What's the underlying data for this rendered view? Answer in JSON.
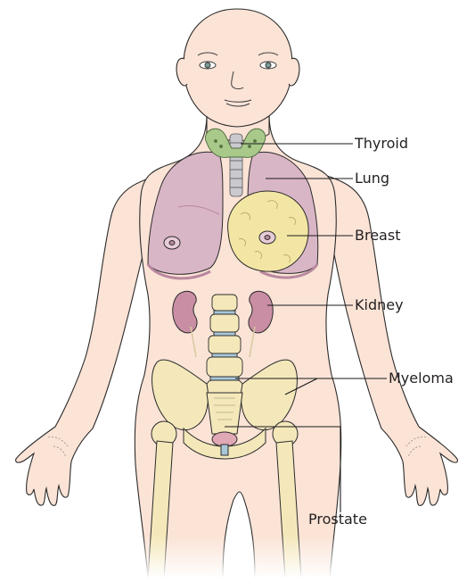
{
  "labels": {
    "thyroid": "Thyroid",
    "lung": "Lung",
    "breast": "Breast",
    "kidney": "Kidney",
    "myeloma": "Myeloma",
    "prostate": "Prostate"
  },
  "colors": {
    "skin": "#fbe3d6",
    "outline": "#2b2b2b",
    "lung": "#d9b6c6",
    "lung_shade": "#b9889f",
    "thyroid": "#a9c98a",
    "bone": "#f4e8bb",
    "kidney": "#c98ea4",
    "breast": "#f3e6a4",
    "leader_line": "#1a1a1a"
  }
}
